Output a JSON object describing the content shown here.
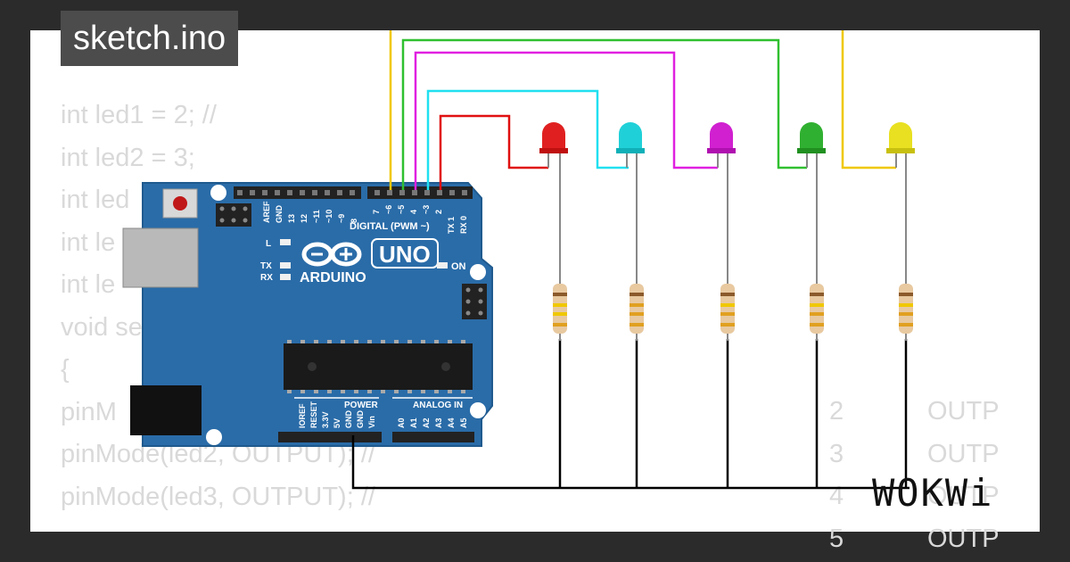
{
  "title": "sketch.ino",
  "code_lines": [
    "int led1 = 2; //",
    "int led2 = 3;",
    "int led",
    "int le",
    "int le",
    "void se",
    "{",
    "pinM",
    "pinMode(led2, OUTPUT); //",
    "pinMode(led3, OUTPUT); //"
  ],
  "code_right": [
    {
      "num": "2",
      "text": "OUTP"
    },
    {
      "num": "3",
      "text": "OUTP"
    },
    {
      "num": "4",
      "text": "OUTP"
    },
    {
      "num": "5",
      "text": "OUTP"
    }
  ],
  "board": {
    "name": "UNO",
    "brand": "ARDUINO",
    "digital_label": "DIGITAL (PWM ~)",
    "power_label": "POWER",
    "analog_label": "ANALOG IN",
    "on_label": "ON",
    "led_l": "L",
    "led_tx": "TX",
    "led_rx": "RX",
    "top_pins": [
      "AREF",
      "GND",
      "13",
      "12",
      "~11",
      "~10",
      "~9",
      "8",
      "7",
      "~6",
      "~5",
      "4",
      "~3",
      "2",
      "TX 1",
      "RX 0"
    ],
    "bottom_pins": [
      "IOREF",
      "RESET",
      "3.3V",
      "5V",
      "GND",
      "GND",
      "Vin",
      "A0",
      "A1",
      "A2",
      "A3",
      "A4",
      "A5"
    ],
    "color": "#2a6ca8"
  },
  "leds": [
    {
      "color": "#e02020",
      "label": "red-led"
    },
    {
      "color": "#20d0d8",
      "label": "cyan-led"
    },
    {
      "color": "#d020d0",
      "label": "magenta-led"
    },
    {
      "color": "#30b030",
      "label": "green-led"
    },
    {
      "color": "#e8e020",
      "label": "yellow-led"
    }
  ],
  "wire_colors": {
    "red": "#e01010",
    "cyan": "#20e0f0",
    "magenta": "#e020e0",
    "green": "#30c030",
    "yellow": "#f0c800",
    "ground": "#000000"
  },
  "brand_logo": "WOKWi"
}
